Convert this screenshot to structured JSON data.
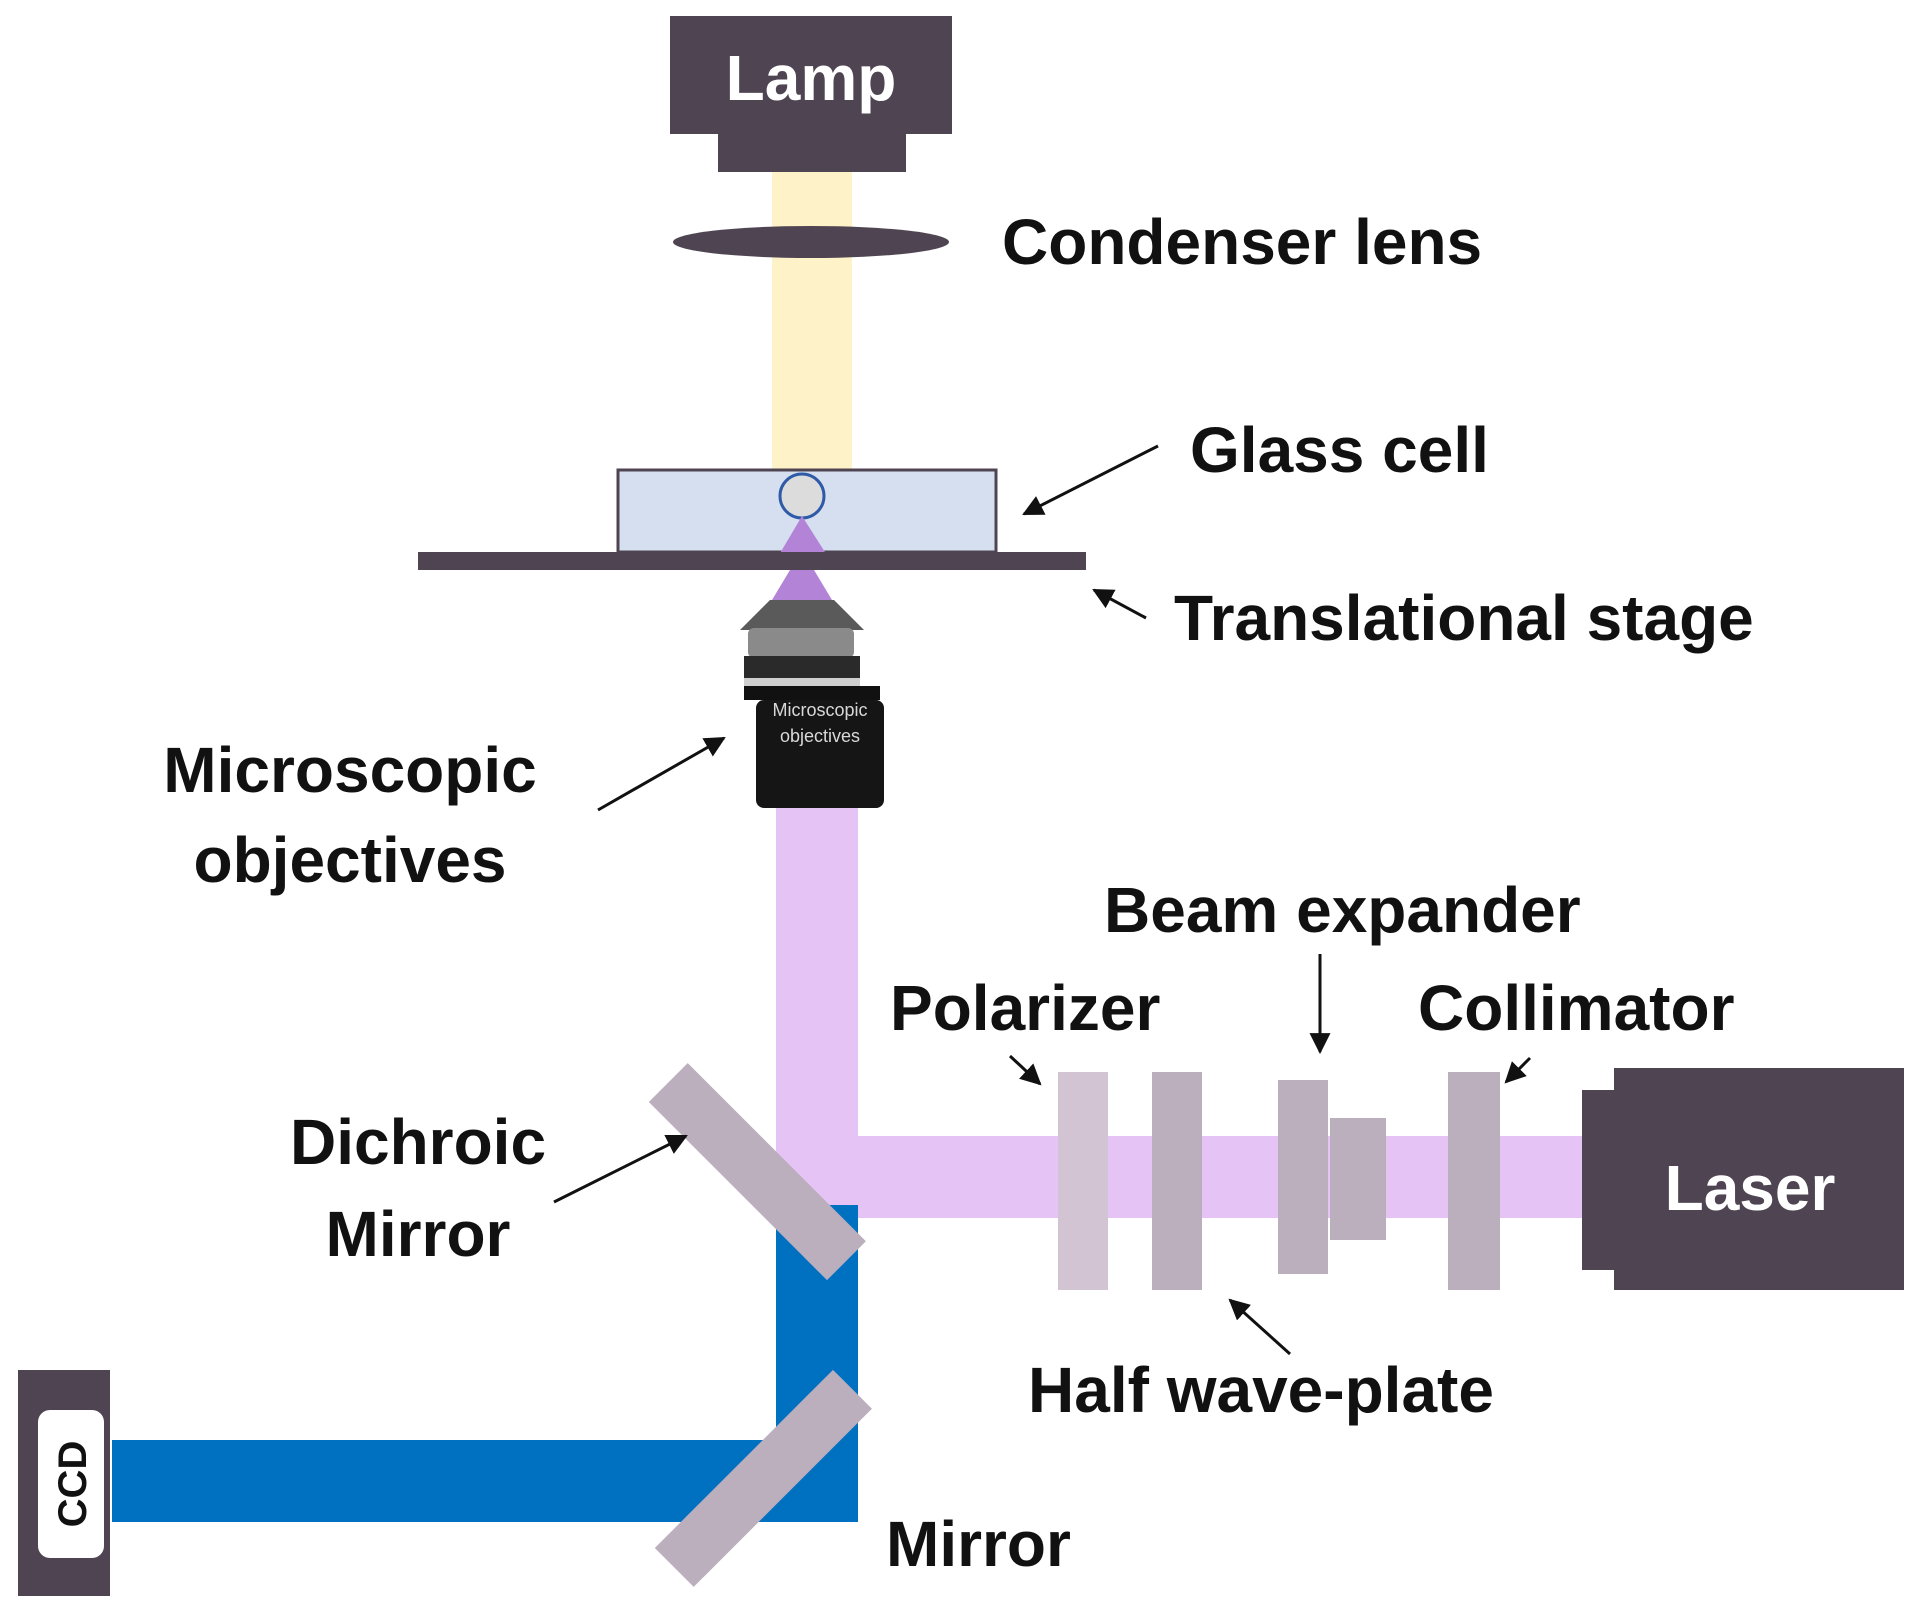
{
  "devices": {
    "lamp": "Lamp",
    "laser": "Laser",
    "ccd": "CCD",
    "objective_print": [
      "Microscopic",
      "objectives"
    ]
  },
  "labels": {
    "condenser_lens": "Condenser lens",
    "glass_cell": "Glass cell",
    "translational_stage": "Translational stage",
    "microscopic_objectives": [
      "Microscopic",
      "objectives"
    ],
    "beam_expander": "Beam expander",
    "polarizer": "Polarizer",
    "collimator": "Collimator",
    "dichroic_mirror": [
      "Dichroic",
      "Mirror"
    ],
    "half_wave_plate": "Half wave-plate",
    "mirror": "Mirror"
  },
  "colors": {
    "device": "#4f4451",
    "lamp_light": "#fdf2c8",
    "laser_beam": "#e6c3f5",
    "signal_beam": "#0070c0",
    "optic": "#bbaebd",
    "glass_cell": "#d6dff0",
    "focus_cone": "#b383d8",
    "stage": "#4f4451"
  }
}
